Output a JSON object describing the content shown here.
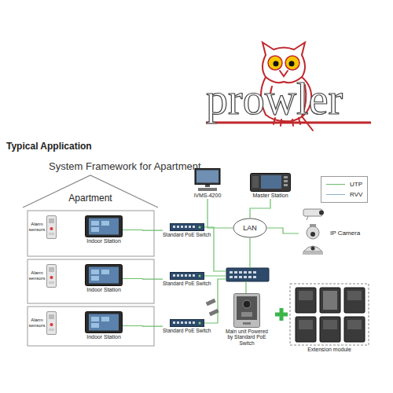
{
  "diagram": {
    "title": "Typical Application",
    "nodes": [
      {
        "text": [
          "Apartment"
        ]
      },
      {
        "text": [
          "Alarm sensors"
        ],
        "in": 0
      },
      {
        "text": [
          "Indoor Station"
        ],
        "in": 0
      },
      {
        "text": [
          "Alarm sensors"
        ],
        "in": 0
      },
      {
        "text": [
          "Indoor Station"
        ],
        "in": 0
      },
      {
        "text": [
          "Alarm sensors"
        ],
        "in": 0
      },
      {
        "text": [
          "Indoor Station"
        ],
        "in": 0
      },
      {
        "text": [
          "Standard PoE Switch"
        ]
      },
      {
        "text": [
          "Standard PoE Switch"
        ]
      },
      {
        "text": [
          "Standard PoE Switch"
        ]
      },
      {
        "text": [
          "iVMS-4200"
        ]
      },
      {
        "text": [
          "Master Station"
        ]
      },
      {
        "text": [
          "LAN"
        ]
      },
      {
        "text": [
          "IP Camera"
        ]
      },
      {
        "text": [
          "Main unit Powered by Standard PoE Switch"
        ]
      },
      {
        "text": [
          "Extension module"
        ]
      }
    ],
    "edges": [
      {
        "from": 2,
        "to": 7,
        "arrow": "none"
      },
      {
        "from": 4,
        "to": 8,
        "arrow": "none"
      },
      {
        "from": 6,
        "to": 9,
        "arrow": "none"
      },
      {
        "from": 12,
        "to": 10,
        "arrow": "none"
      },
      {
        "from": 12,
        "to": 11,
        "arrow": "none"
      },
      {
        "from": 12,
        "to": 13,
        "arrow": "none"
      }
    ],
    "labels": [
      "System Framework for Apartment",
      "prowler"
    ],
    "legend": [
      {
        "text": "UTP"
      },
      {
        "text": "RVV"
      }
    ]
  }
}
